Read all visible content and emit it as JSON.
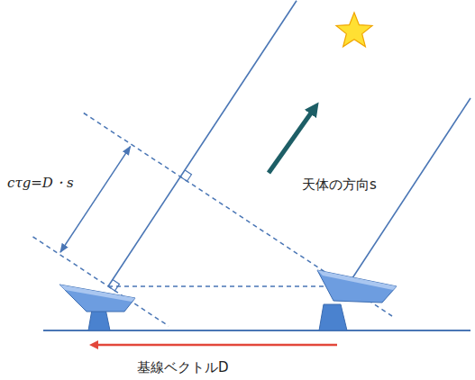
{
  "diagram": {
    "labels": [
      "cτg=D・s",
      "天体の方向s",
      "基線ベクトルD"
    ]
  }
}
